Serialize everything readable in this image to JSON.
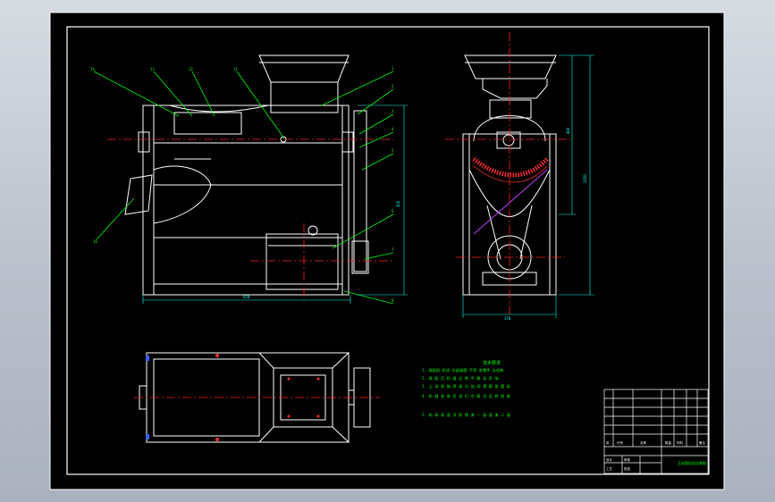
{
  "drawing": {
    "colors": {
      "canvas_bg": "#000000",
      "outline": "#ffffff",
      "center_line": "#ff2020",
      "leader": "#00ff00",
      "dimension": "#00ffff",
      "hatch": "#ff3030",
      "belt": "#c040ff",
      "title_text": "#00ff00"
    },
    "dimensions": {
      "front_width": "620",
      "front_height": "450",
      "side_height": "1050",
      "side_upper": "400",
      "side_width": "370"
    },
    "balloons": [
      "1",
      "2",
      "3",
      "4",
      "5",
      "6",
      "7",
      "8",
      "9",
      "10",
      "11",
      "12",
      "13",
      "14"
    ],
    "notes": {
      "title": "技术要求",
      "lines": [
        "1. 装配前 机体 内部清理 干净 各零件 去毛刺",
        "2. 装 配 后 机 器 运 转 平 稳 无 异 响",
        "3. 上 油 各 轴 承 部 位 加 润 滑 脂 按 要 求",
        "4. 机 器 安 装 后 进 行 空 载 试 运 转 检 查",
        "5. 机 体 表 面 涂 防 锈 漆 一 道 面 漆 二 道"
      ]
    },
    "title_block": {
      "drawing_name": "玉米脱粒机总装图",
      "header_cells": [
        "序",
        "代号",
        "名称",
        "数量",
        "材料",
        "备注"
      ],
      "sign_cells": [
        "设计",
        "审核",
        "工艺",
        "批准"
      ]
    }
  }
}
